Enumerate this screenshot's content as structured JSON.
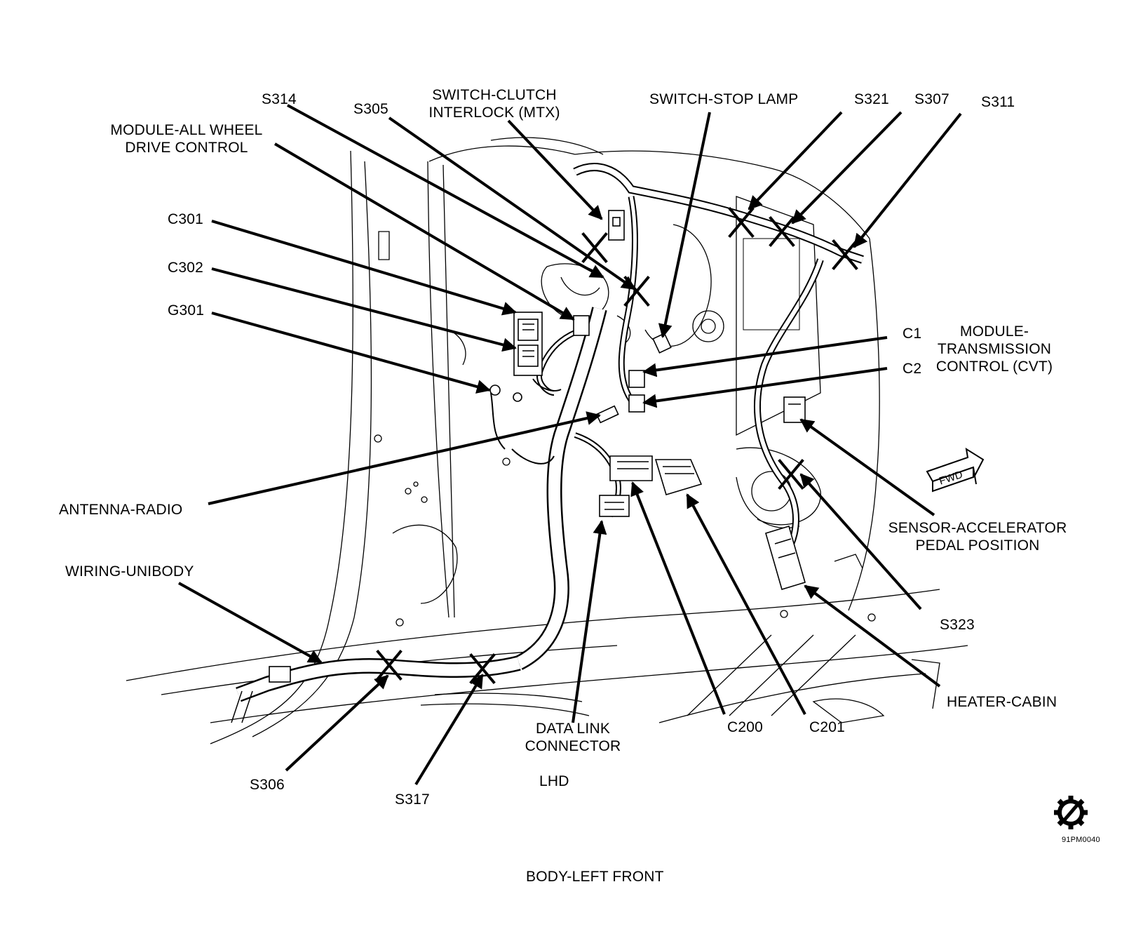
{
  "diagram": {
    "view_label": "LHD",
    "caption": "BODY-LEFT FRONT",
    "figure_code": "91PM0040",
    "direction_arrow": "FWD",
    "service_icon": "gear-slash-icon"
  },
  "labels": {
    "s314": "S314",
    "s305": "S305",
    "switch_clutch_1": "SWITCH-CLUTCH",
    "switch_clutch_2": "INTERLOCK (MTX)",
    "switch_stop": "SWITCH-STOP LAMP",
    "s321": "S321",
    "s307": "S307",
    "s311": "S311",
    "module_awd_1": "MODULE-ALL WHEEL",
    "module_awd_2": "DRIVE CONTROL",
    "c301": "C301",
    "c302": "C302",
    "g301": "G301",
    "c1": "C1",
    "c2": "C2",
    "module_tcm_1": "MODULE-",
    "module_tcm_2": "TRANSMISSION",
    "module_tcm_3": "CONTROL (CVT)",
    "antenna": "ANTENNA-RADIO",
    "sensor_app_1": "SENSOR-ACCELERATOR",
    "sensor_app_2": "PEDAL POSITION",
    "wiring": "WIRING-UNIBODY",
    "s323": "S323",
    "heater": "HEATER-CABIN",
    "dlc_1": "DATA LINK",
    "dlc_2": "CONNECTOR",
    "c200": "C200",
    "c201": "C201",
    "s306": "S306",
    "s317": "S317"
  }
}
